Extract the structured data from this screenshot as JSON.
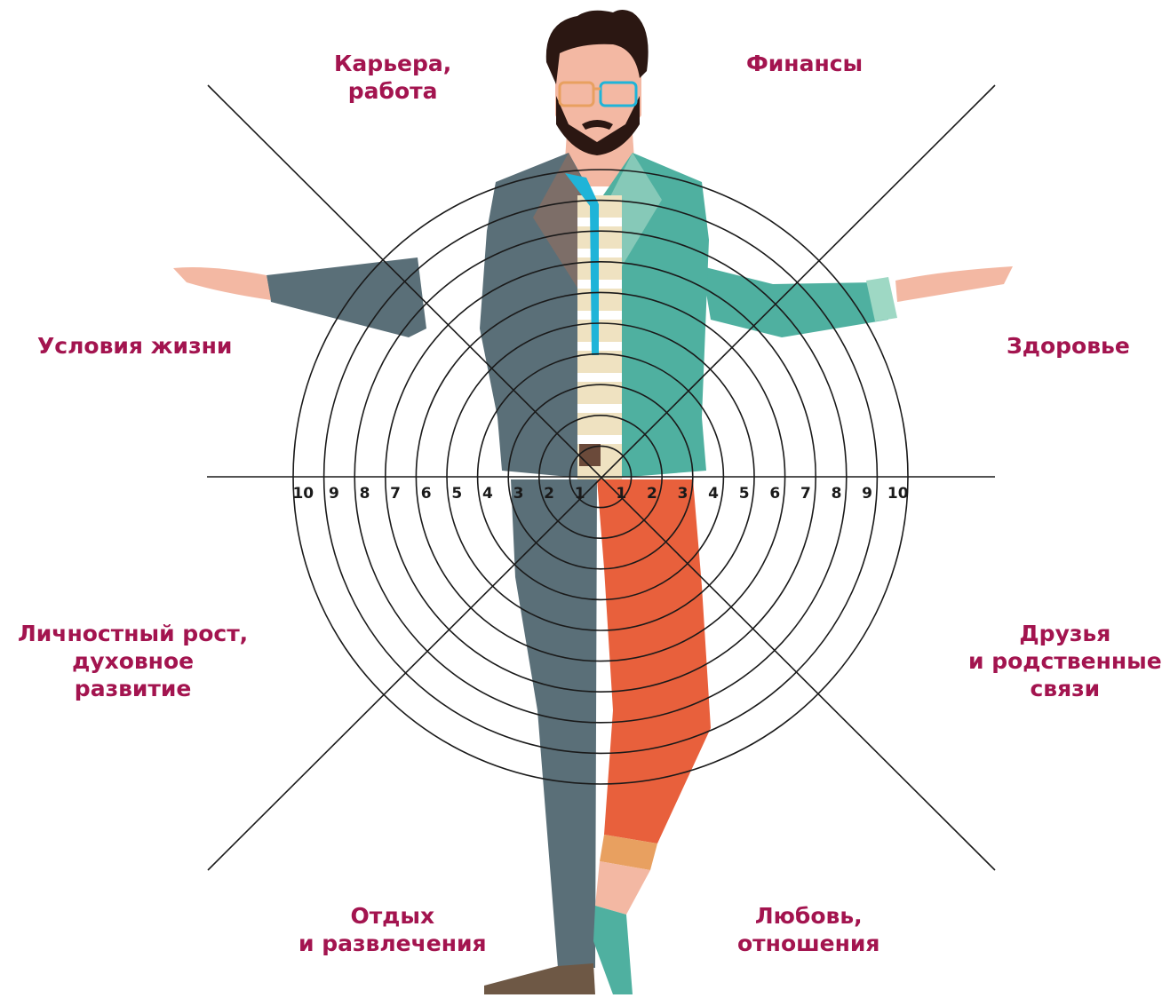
{
  "sectors": {
    "career": [
      "Карьера,",
      "работа"
    ],
    "finance": [
      "Финансы"
    ],
    "living": [
      "Условия жизни"
    ],
    "health": [
      "Здоровье"
    ],
    "growth": [
      "Личностный рост,",
      "духовное",
      "развитие"
    ],
    "friends": [
      "Друзья",
      "и родственные",
      "связи"
    ],
    "rest": [
      "Отдых",
      "и развлечения"
    ],
    "love": [
      "Любовь,",
      "отношения"
    ]
  },
  "scale": {
    "left": [
      "10",
      "9",
      "8",
      "7",
      "6",
      "5",
      "4",
      "3",
      "2",
      "1"
    ],
    "right": [
      "1",
      "2",
      "3",
      "4",
      "5",
      "6",
      "7",
      "8",
      "9",
      "10"
    ]
  },
  "colors": {
    "label": "#a3144f",
    "line": "#1a1a1a",
    "suit_dark": "#5a6f78",
    "suit_teal": "#4fb0a0",
    "pants_orange": "#e8603c",
    "skin": "#f3b8a3",
    "hair": "#2b1712",
    "shirt_stripe": "#efe2c1",
    "tie_blue": "#1fb4d8"
  }
}
